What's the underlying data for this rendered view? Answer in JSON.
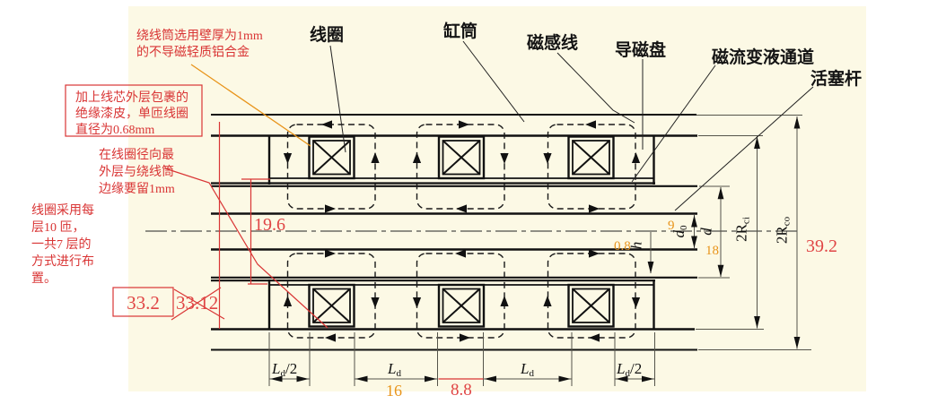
{
  "colors": {
    "canvas_bg": "#fcf9e5",
    "annotation_red": "#d93535",
    "number_red": "#e04545",
    "number_orange": "#e8941a",
    "line_black": "#111111"
  },
  "notes": {
    "bobbin": [
      "绕线筒选用壁厚为1mm",
      "的不导磁轻质铝合金"
    ],
    "wire": [
      "加上线芯外层包裹的",
      "绝缘漆皮，单匝线圈",
      "直径为0.68mm"
    ],
    "margin": [
      "在线圈径向最",
      "外层与绕线筒",
      "边缘要留1mm"
    ],
    "layers": [
      "线圈采用每",
      "层10 匝，",
      "一共7 层的",
      "方式进行布",
      "置。"
    ]
  },
  "labels": {
    "coil": "线圈",
    "cylinder": "缸筒",
    "flux_line": "磁感线",
    "flux_disk": "导磁盘",
    "mr_channel": "磁流变液通道",
    "piston_rod": "活塞杆"
  },
  "dims": {
    "coil_span_red": "19.6",
    "boxed_value": "33.2",
    "crossed_value": "33.12",
    "outer_diameter_red": "39.2",
    "coil_width_red": "8.8",
    "pole_length_orange": "16",
    "rod_diameter_orange": "9",
    "core_diameter_orange": "18",
    "gap_orange": "0.8",
    "d0_main": "d",
    "d0_sub": "0",
    "d_label": "d",
    "h_label": "h",
    "rci_main": "2R",
    "rci_sub": "ci",
    "rco_main": "2R",
    "rco_sub": "co",
    "ld_main": "L",
    "ld_sub": "d",
    "ld_half_suffix": "/2"
  }
}
